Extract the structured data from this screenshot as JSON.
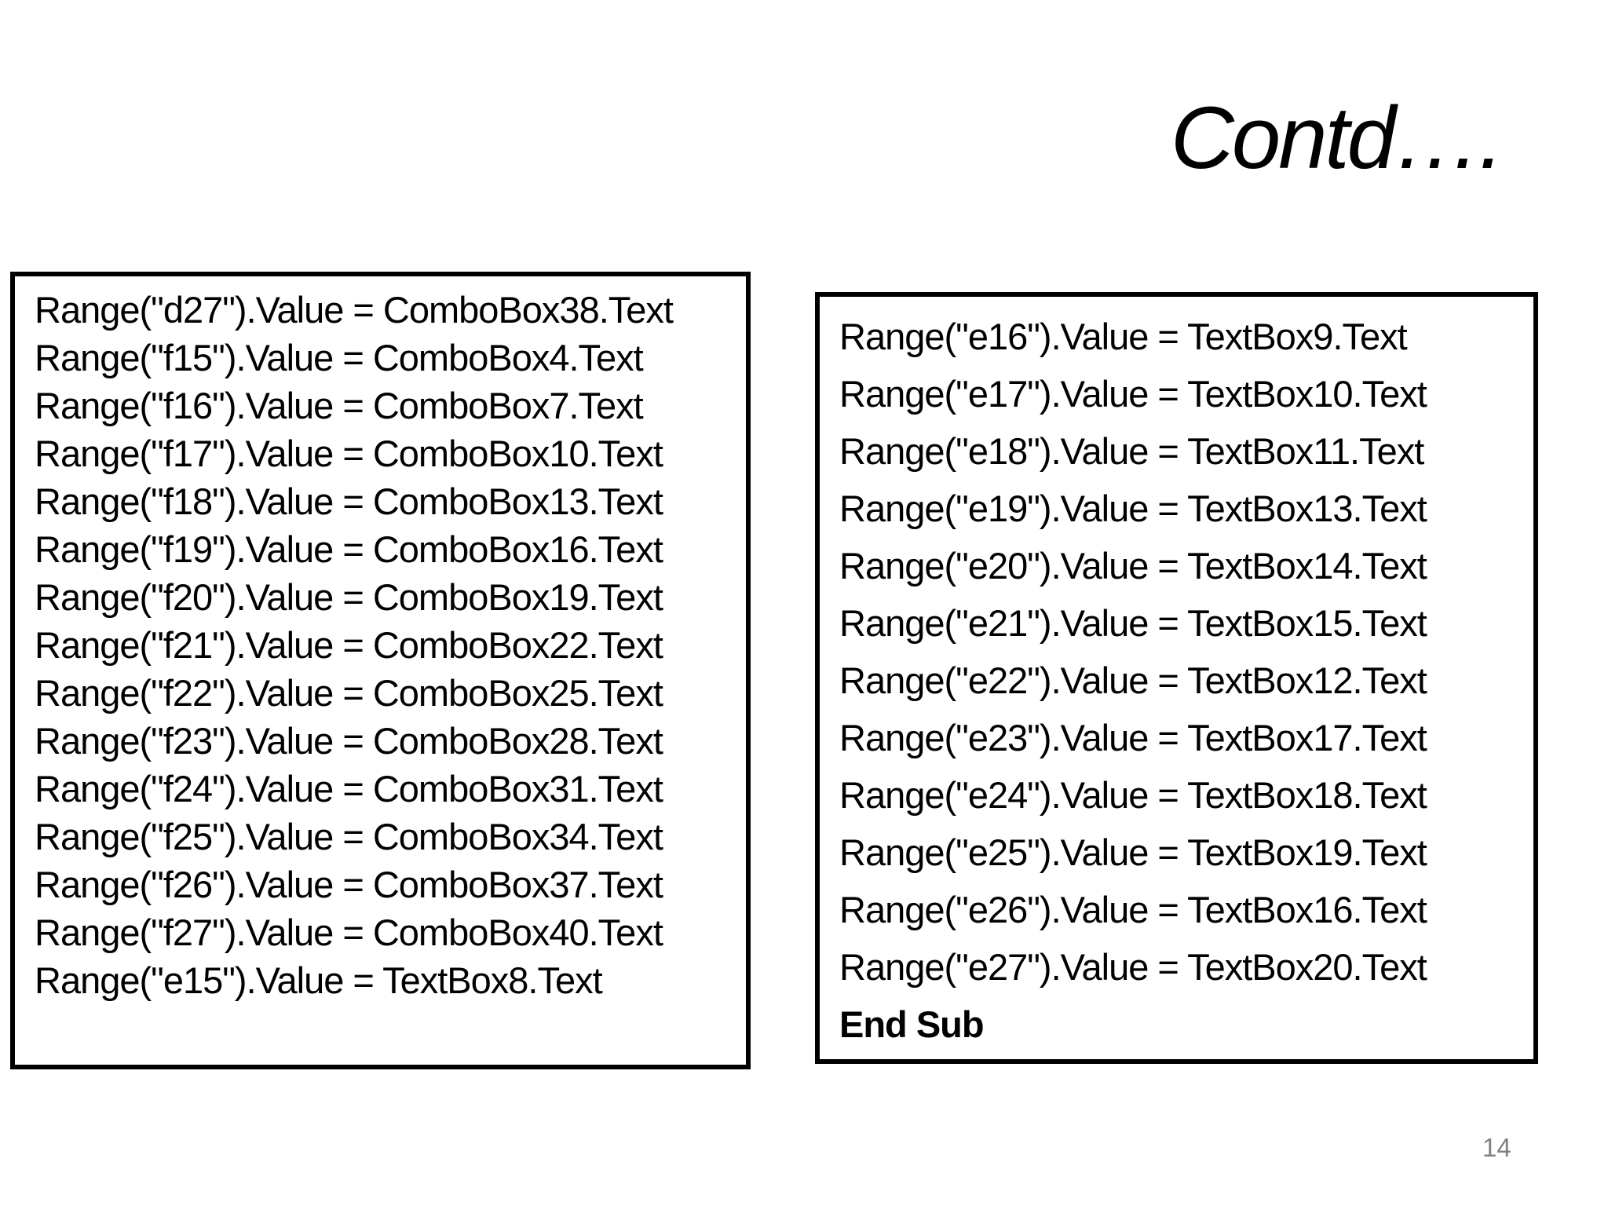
{
  "slide": {
    "title": "Contd….",
    "page_number": "14",
    "colors": {
      "background": "#ffffff",
      "text": "#000000",
      "box_border": "#000000",
      "page_number": "#808080"
    },
    "left_box": {
      "lines": [
        "Range(\"d27\").Value = ComboBox38.Text",
        "Range(\"f15\").Value = ComboBox4.Text",
        "Range(\"f16\").Value = ComboBox7.Text",
        "Range(\"f17\").Value = ComboBox10.Text",
        "Range(\"f18\").Value = ComboBox13.Text",
        "Range(\"f19\").Value = ComboBox16.Text",
        "Range(\"f20\").Value = ComboBox19.Text",
        "Range(\"f21\").Value = ComboBox22.Text",
        "Range(\"f22\").Value = ComboBox25.Text",
        "Range(\"f23\").Value = ComboBox28.Text",
        "Range(\"f24\").Value = ComboBox31.Text",
        "Range(\"f25\").Value = ComboBox34.Text",
        "Range(\"f26\").Value = ComboBox37.Text",
        "Range(\"f27\").Value = ComboBox40.Text",
        "Range(\"e15\").Value = TextBox8.Text"
      ]
    },
    "right_box": {
      "lines": [
        "Range(\"e16\").Value = TextBox9.Text",
        "Range(\"e17\").Value = TextBox10.Text",
        "Range(\"e18\").Value = TextBox11.Text",
        "Range(\"e19\").Value = TextBox13.Text",
        "Range(\"e20\").Value = TextBox14.Text",
        "Range(\"e21\").Value = TextBox15.Text",
        "Range(\"e22\").Value = TextBox12.Text",
        "Range(\"e23\").Value = TextBox17.Text",
        "Range(\"e24\").Value = TextBox18.Text",
        "Range(\"e25\").Value = TextBox19.Text",
        "Range(\"e26\").Value = TextBox16.Text",
        "Range(\"e27\").Value = TextBox20.Text"
      ],
      "footer": "End Sub"
    }
  }
}
